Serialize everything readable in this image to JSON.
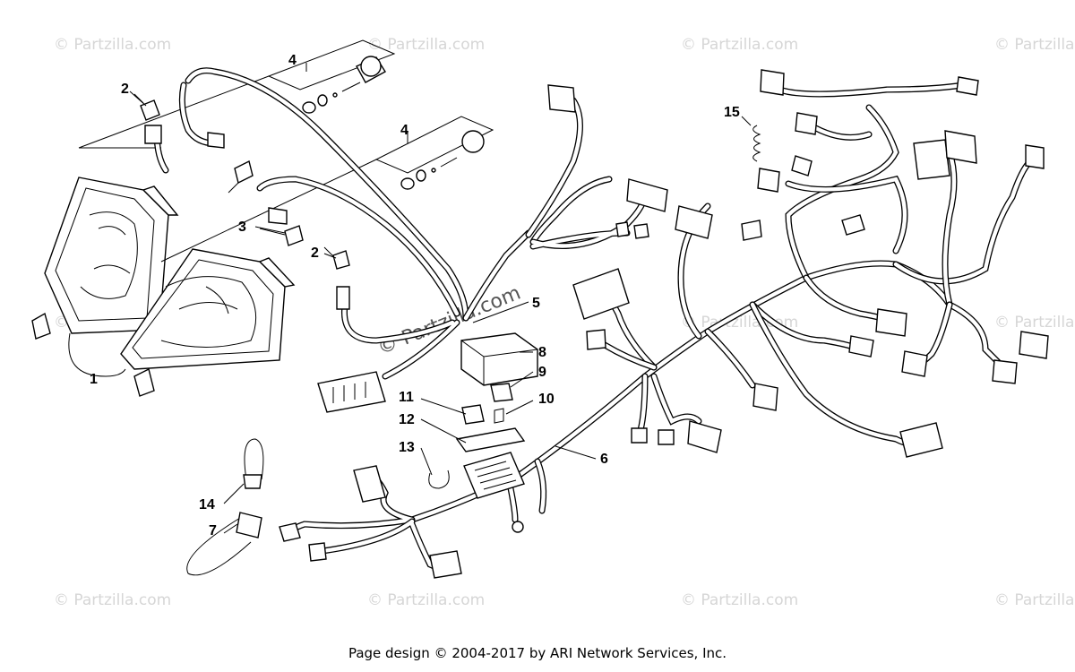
{
  "footer": {
    "text": "Page design © 2004-2017 by ARI Network Services, Inc."
  },
  "watermark": {
    "text": "© Partzilla.com",
    "large_text": "© Partzilla.com"
  },
  "callouts": {
    "c1": "1",
    "c2a": "2",
    "c2b": "2",
    "c3": "3",
    "c4a": "4",
    "c4b": "4",
    "c5": "5",
    "c6": "6",
    "c7": "7",
    "c8": "8",
    "c9": "9",
    "c10": "10",
    "c11": "11",
    "c12": "12",
    "c13": "13",
    "c14": "14",
    "c15": "15"
  },
  "colors": {
    "line": "#000000",
    "watermark": "#d6d6d6",
    "background": "#ffffff"
  }
}
